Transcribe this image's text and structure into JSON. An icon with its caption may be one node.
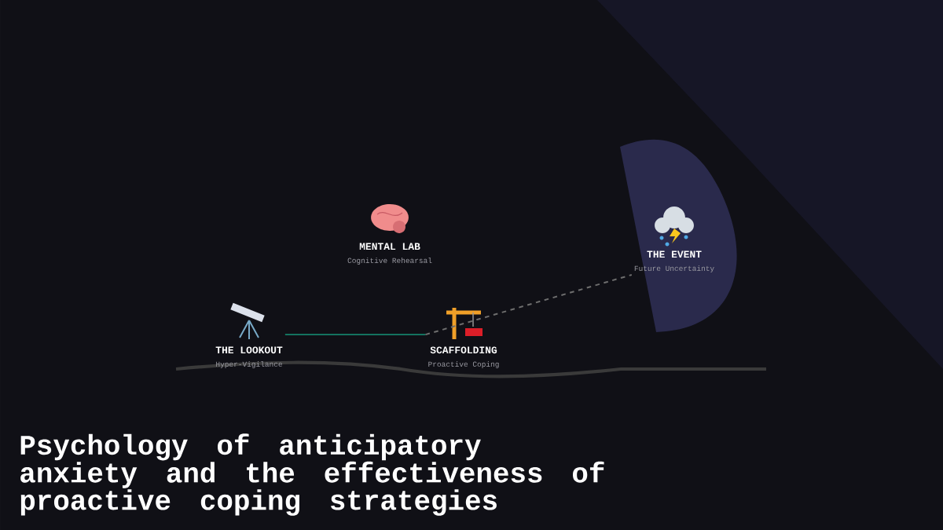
{
  "diagram": {
    "title": "Psychology of anticipatory anxiety and the effectiveness of proactive coping strategies",
    "nodes": [
      {
        "text": [
          "THE LOOKOUT",
          "Hyper-Vigilance"
        ]
      },
      {
        "text": [
          "MENTAL LAB",
          "Cognitive Rehearsal"
        ]
      },
      {
        "text": [
          "SCAFFOLDING",
          "Proactive Coping"
        ]
      },
      {
        "text": [
          "THE EVENT",
          "Future Uncertainty"
        ]
      }
    ],
    "edges": [
      {
        "from": 0,
        "to": 2,
        "arrow": "none",
        "color": "#14806a"
      },
      {
        "from": 2,
        "to": 3,
        "arrow": "none",
        "style": "dashed"
      }
    ]
  }
}
